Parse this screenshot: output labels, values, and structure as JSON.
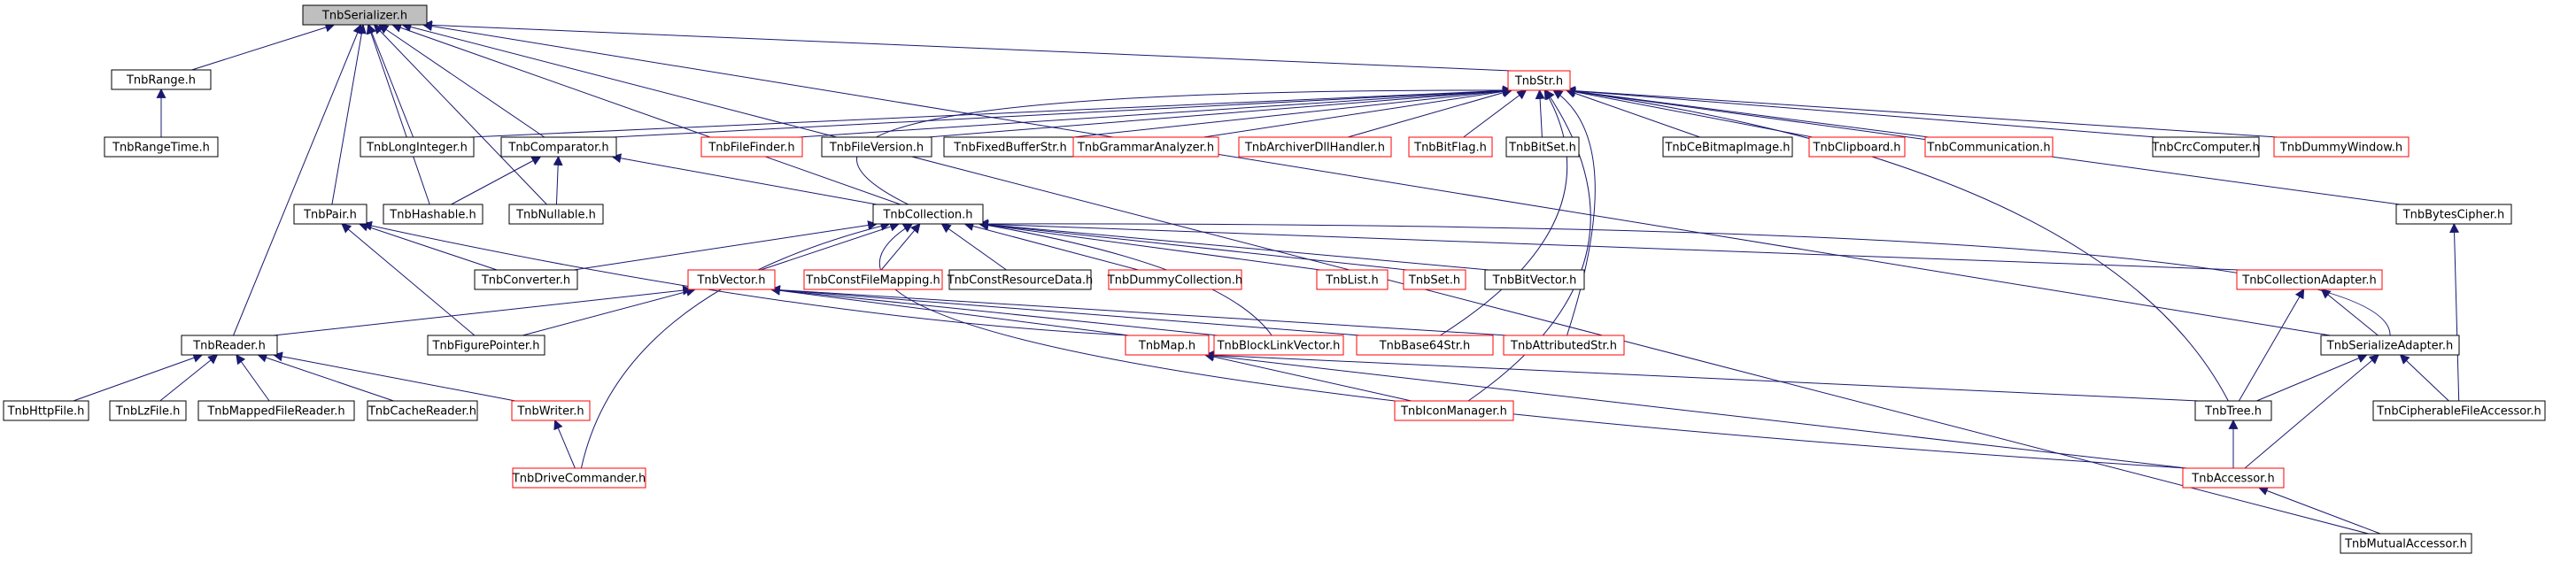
{
  "graph": {
    "colors": {
      "edge": "#191970",
      "node_border_doc": "#000000",
      "node_border_undoc": "#ff0000",
      "root_fill": "#bfbfbf",
      "background": "#ffffff"
    },
    "nodes": [
      {
        "id": "serializer",
        "label": "TnbSerializer.h",
        "style": "root"
      },
      {
        "id": "range",
        "label": "TnbRange.h",
        "style": "doc"
      },
      {
        "id": "rangetime",
        "label": "TnbRangeTime.h",
        "style": "doc"
      },
      {
        "id": "str",
        "label": "TnbStr.h",
        "style": "undoc"
      },
      {
        "id": "longint",
        "label": "TnbLongInteger.h",
        "style": "doc"
      },
      {
        "id": "comparator",
        "label": "TnbComparator.h",
        "style": "doc"
      },
      {
        "id": "filefinder",
        "label": "TnbFileFinder.h",
        "style": "undoc"
      },
      {
        "id": "fileversion",
        "label": "TnbFileVersion.h",
        "style": "doc"
      },
      {
        "id": "fixedbuf",
        "label": "TnbFixedBufferStr.h",
        "style": "doc"
      },
      {
        "id": "grammar",
        "label": "TnbGrammarAnalyzer.h",
        "style": "undoc"
      },
      {
        "id": "archiver",
        "label": "TnbArchiverDllHandler.h",
        "style": "undoc"
      },
      {
        "id": "bitflag",
        "label": "TnbBitFlag.h",
        "style": "undoc"
      },
      {
        "id": "bitset",
        "label": "TnbBitSet.h",
        "style": "doc"
      },
      {
        "id": "cebitmap",
        "label": "TnbCeBitmapImage.h",
        "style": "doc"
      },
      {
        "id": "clipboard",
        "label": "TnbClipboard.h",
        "style": "undoc"
      },
      {
        "id": "communication",
        "label": "TnbCommunication.h",
        "style": "undoc"
      },
      {
        "id": "crc",
        "label": "TnbCrcComputer.h",
        "style": "doc"
      },
      {
        "id": "dummywin",
        "label": "TnbDummyWindow.h",
        "style": "undoc"
      },
      {
        "id": "pair",
        "label": "TnbPair.h",
        "style": "doc"
      },
      {
        "id": "hashable",
        "label": "TnbHashable.h",
        "style": "doc"
      },
      {
        "id": "nullable",
        "label": "TnbNullable.h",
        "style": "doc"
      },
      {
        "id": "collection",
        "label": "TnbCollection.h",
        "style": "doc"
      },
      {
        "id": "bytescipher",
        "label": "TnbBytesCipher.h",
        "style": "doc"
      },
      {
        "id": "converter",
        "label": "TnbConverter.h",
        "style": "doc"
      },
      {
        "id": "vector",
        "label": "TnbVector.h",
        "style": "undoc"
      },
      {
        "id": "constfilemap",
        "label": "TnbConstFileMapping.h",
        "style": "undoc"
      },
      {
        "id": "constres",
        "label": "TnbConstResourceData.h",
        "style": "doc"
      },
      {
        "id": "dummycoll",
        "label": "TnbDummyCollection.h",
        "style": "undoc"
      },
      {
        "id": "list",
        "label": "TnbList.h",
        "style": "undoc"
      },
      {
        "id": "set",
        "label": "TnbSet.h",
        "style": "undoc"
      },
      {
        "id": "bitvector",
        "label": "TnbBitVector.h",
        "style": "doc"
      },
      {
        "id": "colladapter",
        "label": "TnbCollectionAdapter.h",
        "style": "undoc"
      },
      {
        "id": "reader",
        "label": "TnbReader.h",
        "style": "doc"
      },
      {
        "id": "figureptr",
        "label": "TnbFigurePointer.h",
        "style": "doc"
      },
      {
        "id": "map",
        "label": "TnbMap.h",
        "style": "undoc"
      },
      {
        "id": "blocklink",
        "label": "TnbBlockLinkVector.h",
        "style": "undoc"
      },
      {
        "id": "base64",
        "label": "TnbBase64Str.h",
        "style": "undoc"
      },
      {
        "id": "attributed",
        "label": "TnbAttributedStr.h",
        "style": "undoc"
      },
      {
        "id": "serialadapter",
        "label": "TnbSerializeAdapter.h",
        "style": "doc"
      },
      {
        "id": "httpfile",
        "label": "TnbHttpFile.h",
        "style": "doc"
      },
      {
        "id": "lzfile",
        "label": "TnbLzFile.h",
        "style": "doc"
      },
      {
        "id": "mappedreader",
        "label": "TnbMappedFileReader.h",
        "style": "doc"
      },
      {
        "id": "cachereader",
        "label": "TnbCacheReader.h",
        "style": "doc"
      },
      {
        "id": "writer",
        "label": "TnbWriter.h",
        "style": "undoc"
      },
      {
        "id": "iconmgr",
        "label": "TnbIconManager.h",
        "style": "undoc"
      },
      {
        "id": "tree",
        "label": "TnbTree.h",
        "style": "doc"
      },
      {
        "id": "cipherable",
        "label": "TnbCipherableFileAccessor.h",
        "style": "doc"
      },
      {
        "id": "drivecmd",
        "label": "TnbDriveCommander.h",
        "style": "undoc"
      },
      {
        "id": "accessor",
        "label": "TnbAccessor.h",
        "style": "undoc"
      },
      {
        "id": "mutualacc",
        "label": "TnbMutualAccessor.h",
        "style": "doc"
      }
    ]
  }
}
